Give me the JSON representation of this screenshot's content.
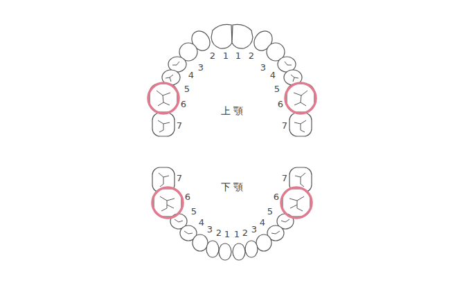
{
  "diagram": {
    "labels": [
      "1",
      "2",
      "3",
      "4",
      "5",
      "6",
      "7",
      "1",
      "2",
      "3",
      "4",
      "5",
      "6",
      "7",
      "上 顎",
      "下 顎",
      "1",
      "2",
      "3",
      "4",
      "5",
      "6",
      "7",
      "1",
      "2",
      "3",
      "4",
      "5",
      "6",
      "7"
    ]
  }
}
